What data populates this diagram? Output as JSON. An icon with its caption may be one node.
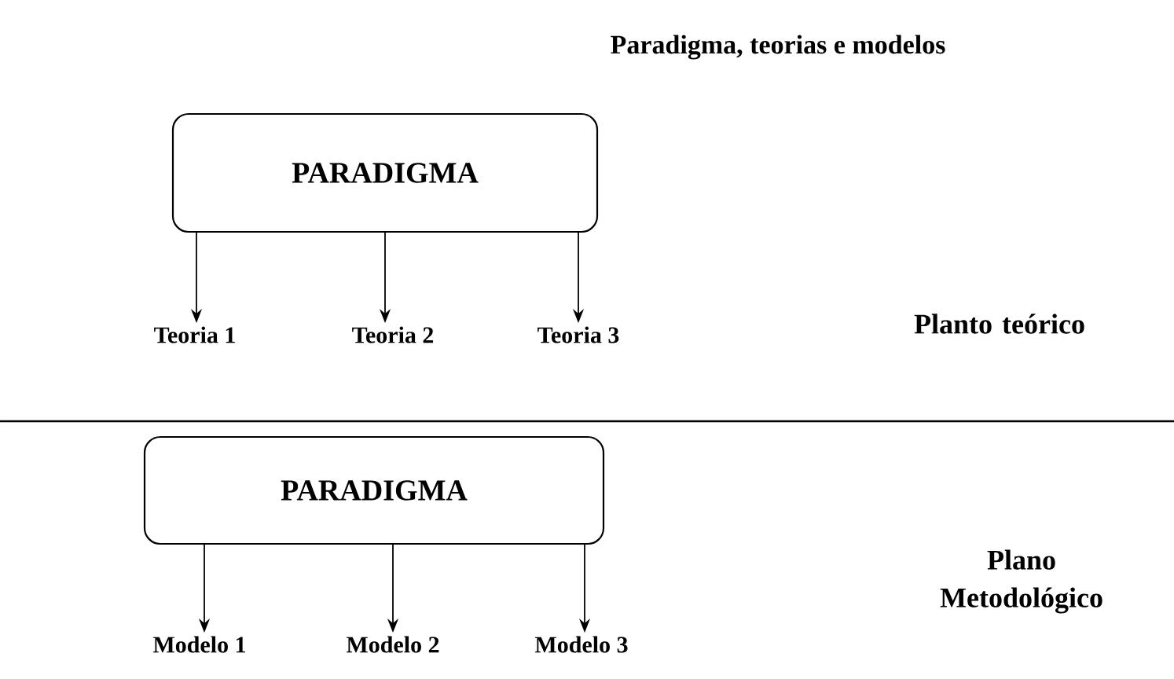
{
  "diagram": {
    "title": "Paradigma, teorias e modelos",
    "nodes": [
      {
        "text": [
          "PARADIGMA"
        ]
      },
      {
        "text": [
          "Teoria 1"
        ]
      },
      {
        "text": [
          "Teoria 2"
        ]
      },
      {
        "text": [
          "Teoria 3"
        ]
      },
      {
        "text": [
          "PARADIGMA"
        ]
      },
      {
        "text": [
          "Modelo 1"
        ]
      },
      {
        "text": [
          "Modelo 2"
        ]
      },
      {
        "text": [
          "Modelo 3"
        ]
      }
    ],
    "edges": [
      {
        "from": 0,
        "to": 1,
        "arrow": "to"
      },
      {
        "from": 0,
        "to": 2,
        "arrow": "to"
      },
      {
        "from": 0,
        "to": 3,
        "arrow": "to"
      },
      {
        "from": 4,
        "to": 5,
        "arrow": "to"
      },
      {
        "from": 4,
        "to": 6,
        "arrow": "to"
      },
      {
        "from": 4,
        "to": 7,
        "arrow": "to"
      }
    ],
    "labels": [
      "Planto teórico",
      "Plano Metodológico"
    ]
  }
}
